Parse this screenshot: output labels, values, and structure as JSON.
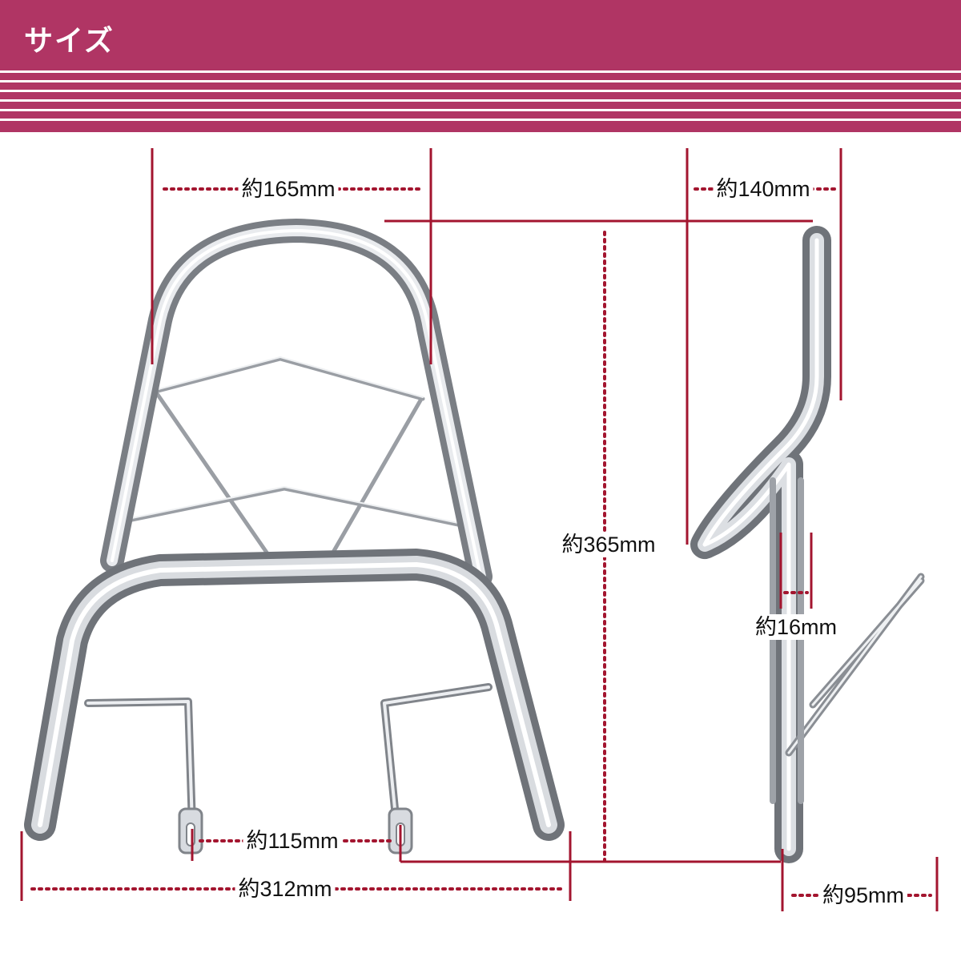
{
  "header": {
    "title": "サイズ"
  },
  "colors": {
    "header_bg": "#b03564",
    "dimension_line": "#a3152f",
    "chrome": "#c9ccd1"
  },
  "dimensions": {
    "top_width": "約165mm",
    "height": "約365mm",
    "bottom_inner": "約115mm",
    "bottom_width": "約312mm",
    "side_top": "約140mm",
    "tube": "約16mm",
    "side_bottom": "約95mm"
  }
}
